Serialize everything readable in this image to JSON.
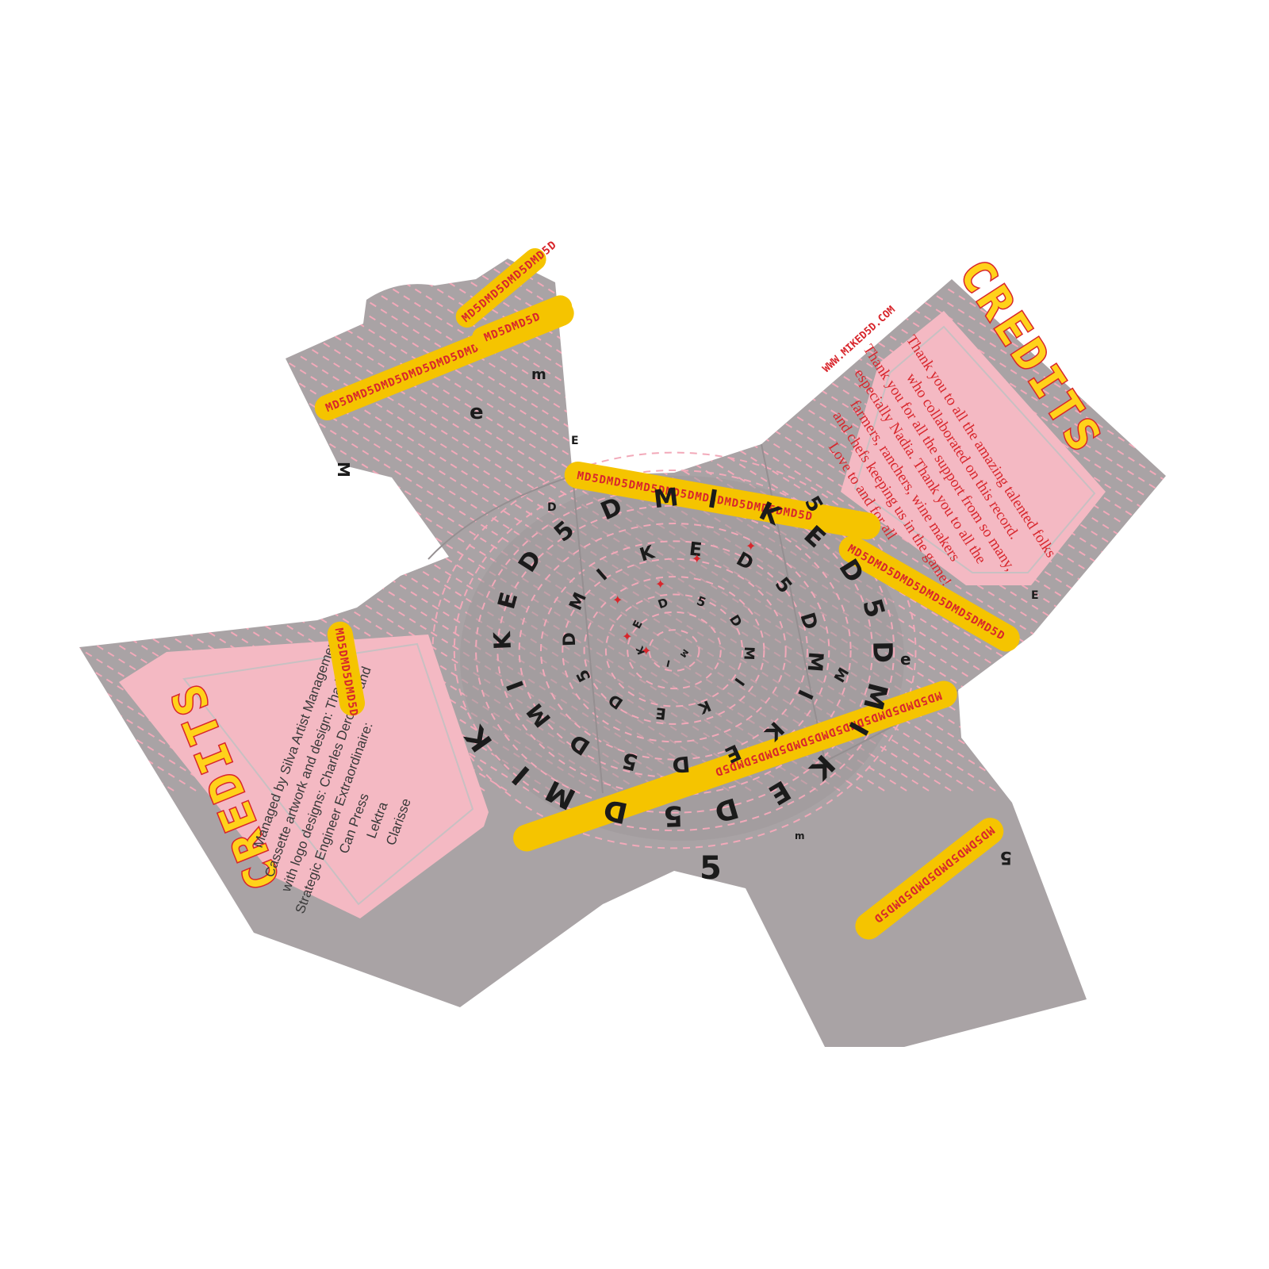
{
  "colors": {
    "paper": "#a9a3a5",
    "paper_shade": "#9e989a",
    "dash": "#f2a9b9",
    "pink_panel": "#f4b9c3",
    "yellow": "#f5c400",
    "red": "#d8262c",
    "ink": "#1b1b1b"
  },
  "right_panel": {
    "url": "WWW.MIKED5D.COM",
    "title": "CREDITS",
    "lines": [
      "Thank you to all the amazing talented folks",
      "who collaborated on this record.",
      "Thank you for all the support from so many,",
      "especially Nadia. Thank you to all the",
      "farmers, ranchers, wine makers",
      "and chefs keeping us in the game!",
      "Love to and for all"
    ]
  },
  "left_panel": {
    "title": "CREDITS",
    "lines": [
      "Managed by Silva Artist Management",
      "Cassette artwork and design: Thad Higa",
      "with logo designs: Charles Deroyan and",
      "Strategic Engineer Extraordinaire:",
      "Can Press",
      "Lektra",
      "Clarisse"
    ]
  },
  "pills": {
    "top_long": "MD5DMD5DMD5DMD5DMD5DMD5DMD5DMD5D",
    "top_short": "MD5DMD5D",
    "top_right": "MD5DMD5DMD5DMD5D",
    "center_top": "MD5DMD5DMD5DMD5DMD5DMD5DMD5DMD5D",
    "right_lower": "MD5DMD5DMD5DMD5DMD5DMD5D",
    "left_vertical": "MD5DMD5DMD5D",
    "bottom_long": "MD5DMD5DMD5DMD5DMD5DMD5DMD5DMD5D",
    "bottom_right": "MD5DMD5DMD5DMD5DMD5D"
  },
  "spiral": {
    "letters": [
      "M",
      "I",
      "K",
      "E",
      "D",
      "5",
      "D",
      "M",
      "I",
      "K",
      "E",
      "D",
      "5",
      "D"
    ]
  },
  "deco": {
    "letters": [
      "e",
      "m",
      "M",
      "E",
      "D",
      "5",
      "e",
      "E",
      "5",
      "5",
      "M",
      "m"
    ]
  }
}
